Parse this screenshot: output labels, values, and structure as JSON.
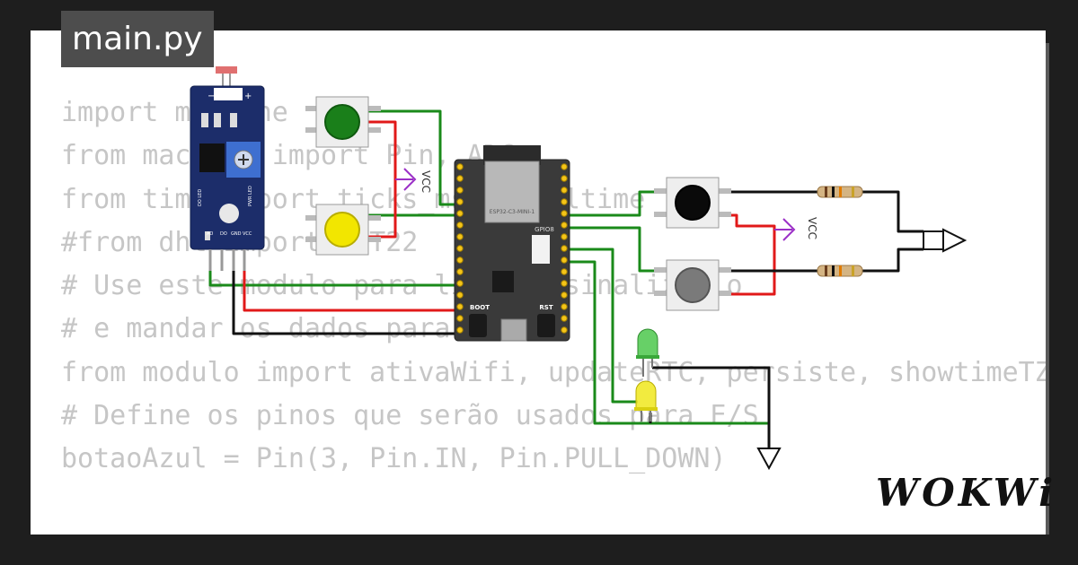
{
  "tab": {
    "filename": "main.py"
  },
  "code_lines": [
    "import machine",
    "from machine import Pin, ADC",
    "from time import ticks_ms, localtime",
    "#from dht import DHT22",
    "# Use este modulo para ligar e sinalizar o",
    "# e mandar os dados para a rede",
    "from modulo import ativaWifi, updateRTC, persiste, showtimeTZ",
    "",
    "# Define os pinos que serão usados para E/S",
    "",
    "botaoAzul = Pin(3, Pin.IN, Pin.PULL_DOWN)"
  ],
  "circuit": {
    "vcc_label": "VCC",
    "board_chip_label": "ESP32-C3-MINI-1",
    "board_gpio_label": "GPIO8",
    "boot_label": "BOOT",
    "rst_label": "RST",
    "sensor_top_labels": [
      "−",
      "+"
    ],
    "sensor_pin_labels": [
      "AO",
      "DO",
      "GND",
      "VCC"
    ],
    "sensor_led_labels": [
      "DO LED",
      "PWR LED"
    ],
    "button_colors": {
      "green": "#1a7f1a",
      "yellow": "#f2e600",
      "black": "#0a0a0a",
      "gray": "#7a7a7a"
    },
    "wire_colors": {
      "green": "#1a8a1a",
      "red": "#e11919",
      "black": "#111111"
    }
  },
  "branding": {
    "logo": "WOKWi"
  }
}
